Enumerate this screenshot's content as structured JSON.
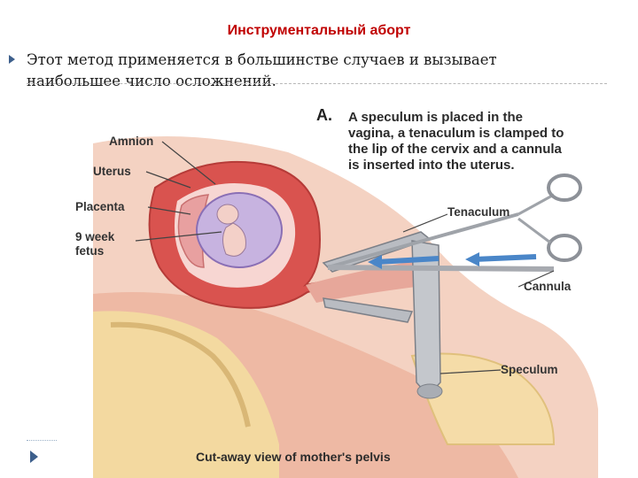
{
  "slide": {
    "title": "Инструментальный аборт",
    "bullet": "Этот метод применяется в большинстве случаев и вызывает наибольшее число осложнений."
  },
  "figure": {
    "caption_letter": "A.",
    "caption_text": "A speculum is placed in the\nvagina, a tenaculum is clamped to\nthe lip of the cervix and a cannula\nis inserted into the uterus.",
    "labels": {
      "amnion": "Amnion",
      "uterus": "Uterus",
      "placenta": "Placenta",
      "fetus": "9 week\nfetus",
      "tenaculum": "Tenaculum",
      "cannula": "Cannula",
      "speculum": "Speculum"
    },
    "bottom_caption": "Cut-away view of mother's pelvis"
  },
  "colors": {
    "title": "#c00000",
    "uterus_wall": "#d9534f",
    "placenta": "#e8a0a0",
    "fetus": "#8a6fb5",
    "tissue": "#f2c9b8",
    "bone": "#f3d9a0",
    "arrow": "#4a86c8",
    "instrument": "#b9bcc2"
  }
}
